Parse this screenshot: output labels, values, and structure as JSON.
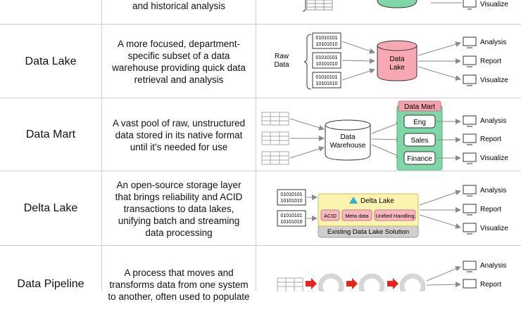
{
  "rows": [
    {
      "term": "",
      "description": "and historical analysis"
    },
    {
      "term": "Data Lake",
      "description": "A more focused, department-specific subset of a data warehouse providing quick data retrieval and analysis"
    },
    {
      "term": "Data Mart",
      "description": "A vast pool of raw, unstructured data stored in its native format until it's needed for use"
    },
    {
      "term": "Delta Lake",
      "description": "An open-source storage layer that brings reliability and ACID transactions to data lakes, unifying batch and streaming data processing"
    },
    {
      "term": "Data Pipeline",
      "description": "A process that moves and transforms data from one system to another, often used to populate"
    }
  ],
  "outputs": {
    "analysis": "Analysis",
    "report": "Report",
    "visualize": "Visualize"
  },
  "binary": {
    "line1": "01010101",
    "line2": "10101010"
  },
  "lake": {
    "raw_label_1": "Raw",
    "raw_label_2": "Data",
    "cyl_label_1": "Data",
    "cyl_label_2": "Lake"
  },
  "mart": {
    "title": "Data Mart",
    "eng": "Eng",
    "sales": "Sales",
    "finance": "Finance",
    "wh_1": "Data",
    "wh_2": "Warehouse"
  },
  "delta": {
    "title": "Delta Lake",
    "acid": "ACID",
    "meta": "Meta data",
    "unified": "Unified Handling",
    "existing": "Existing Data Lake Solution"
  },
  "colors": {
    "lake_fill": "#f7a9b3",
    "mart_green": "#7fd6a6",
    "mart_pink": "#f4a3ad",
    "delta_yellow": "#fbf3b0",
    "delta_tag": "#f7b7bf",
    "arrow": "#8a8a8a",
    "pipe_red": "#e8231a",
    "delta_icon": "#2bb3c9"
  }
}
